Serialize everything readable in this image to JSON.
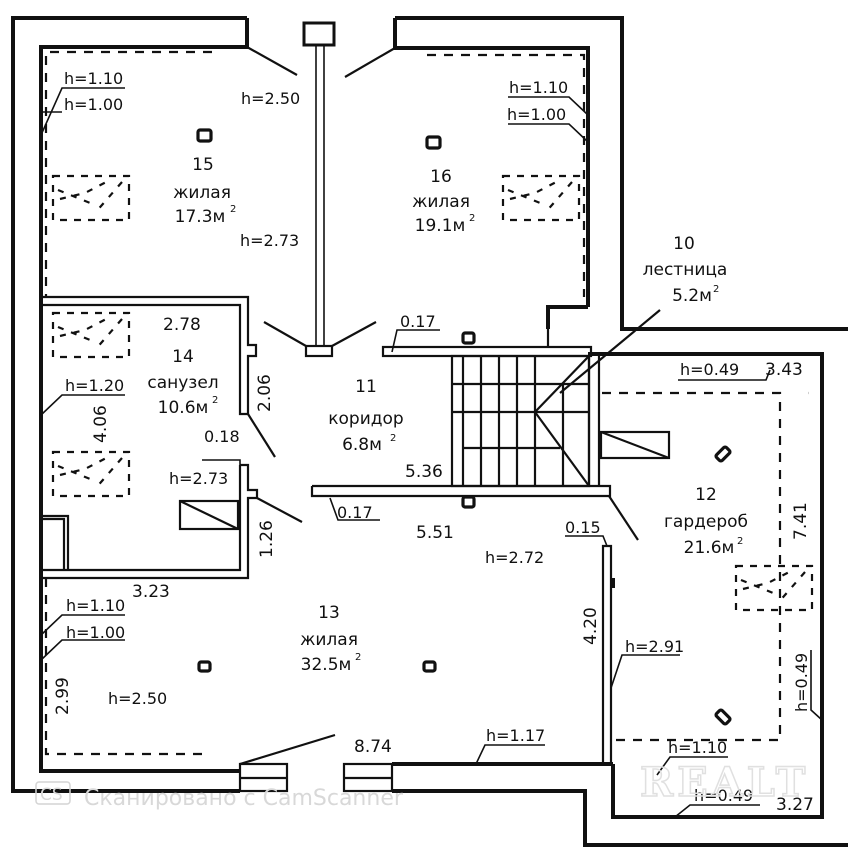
{
  "plan": {
    "rooms": [
      {
        "id": "15",
        "name": "жилая",
        "area": "17.3м",
        "area_sup": "2"
      },
      {
        "id": "16",
        "name": "жилая",
        "area": "19.1м",
        "area_sup": "2"
      },
      {
        "id": "10",
        "name": "лестница",
        "area": "5.2м",
        "area_sup": "2"
      },
      {
        "id": "14",
        "name": "санузел",
        "area": "10.6м",
        "area_sup": "2"
      },
      {
        "id": "11",
        "name": "коридор",
        "area": "6.8м",
        "area_sup": "2"
      },
      {
        "id": "12",
        "name": "гардероб",
        "area": "21.6м",
        "area_sup": "2"
      },
      {
        "id": "13",
        "name": "жилая",
        "area": "32.5м",
        "area_sup": "2"
      }
    ],
    "heights": {
      "r15_h110": "h=1.10",
      "r15_h100": "h=1.00",
      "r15_h250": "h=2.50",
      "r15_h273": "h=2.73",
      "r16_h110": "h=1.10",
      "r16_h100": "h=1.00",
      "r12_h049_top": "h=0.49",
      "r14_h120": "h=1.20",
      "r14_h273": "h=2.73",
      "r13_h272": "h=2.72",
      "r12_h291": "h=2.91",
      "r13_h110": "h=1.10",
      "r13_h100": "h=1.00",
      "r13_h250": "h=2.50",
      "r13_h117": "h=1.17",
      "r12_h049_side": "h=0.49",
      "r12_h110": "h=1.10",
      "r12_h049_bottom": "h=0.49"
    },
    "dimensions": {
      "d278": "2.78",
      "d406": "4.06",
      "d206": "2.06",
      "d018": "0.18",
      "d126": "1.26",
      "d017_top": "0.17",
      "d017_bottom": "0.17",
      "d536": "5.36",
      "d551": "5.51",
      "d015": "0.15",
      "d420": "4.20",
      "d323": "3.23",
      "d299": "2.99",
      "d874": "8.74",
      "d343": "3.43",
      "d741": "7.41",
      "d327": "3.27"
    },
    "watermarks": {
      "scanner_badge": "CS",
      "scanner_text": "Сканировано с CamScanner",
      "realt": "REALT"
    }
  }
}
